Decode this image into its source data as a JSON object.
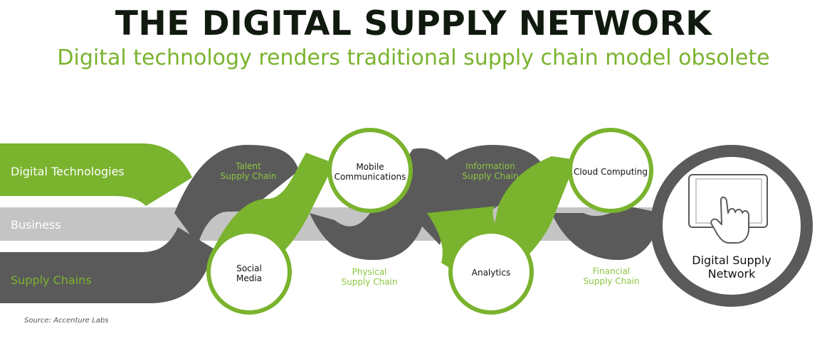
{
  "title": "THE DIGITAL SUPPLY NETWORK",
  "subtitle": "Digital technology renders traditional supply chain model obsolete",
  "bands": {
    "digital": "Digital Technologies",
    "business": "Business",
    "supply": "Supply Chains"
  },
  "chains": {
    "talent": [
      "Talent",
      "Supply Chain"
    ],
    "physical": [
      "Physical",
      "Supply Chain"
    ],
    "information": [
      "Information",
      "Supply Chain"
    ],
    "financial": [
      "Financial",
      "Supply Chain"
    ]
  },
  "technologies": {
    "social": [
      "Social",
      "Media"
    ],
    "mobile": [
      "Mobile",
      "Communications"
    ],
    "analytics": [
      "Analytics"
    ],
    "cloud": [
      "Cloud Computing"
    ]
  },
  "result": [
    "Digital Supply",
    "Network"
  ],
  "source": "Source: Accenture Labs",
  "colors": {
    "green": "#7ab32e",
    "dark_gray": "#5a5a5a",
    "light_gray": "#c4c4c4",
    "title": "#111a0f"
  },
  "icons": {
    "result": "tablet-touch-icon"
  }
}
